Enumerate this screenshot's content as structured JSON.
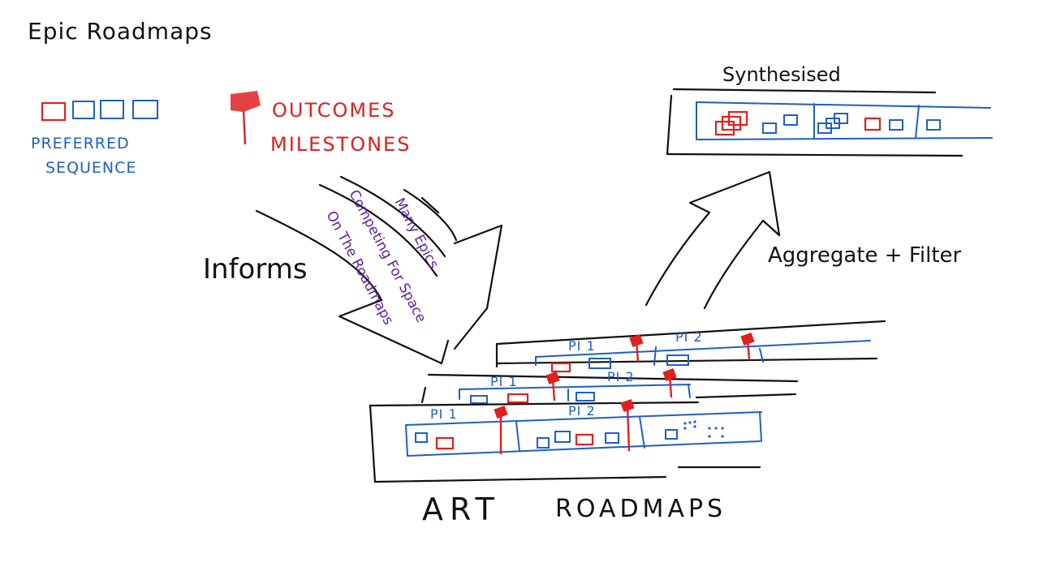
{
  "title": "Epic Roadmaps",
  "legend": {
    "sequence_line1": "PREFERRED",
    "sequence_line2": "SEQUENCE",
    "outcomes": "OUTCOMES",
    "milestones": "MILESTONES"
  },
  "synthesised_label": "Synthesised",
  "informs_label": "Informs",
  "aggregate_label": "Aggregate + Filter",
  "arrow_text": {
    "line1": "Many Epics",
    "line2": "Competing For Space",
    "line3": "On The Roadmaps"
  },
  "art_label": "ART",
  "roadmaps_label": "ROADMAPS",
  "pi_labels": {
    "back_pi1": "PI 1",
    "back_pi2": "PI 2",
    "mid_pi1": "PI 1",
    "mid_pi2": "PI 2",
    "front_pi1": "PI 1",
    "front_pi2": "PI 2"
  },
  "colors": {
    "ink": "#111111",
    "blue": "#1e5fc4",
    "red": "#e02020",
    "purple": "#5b1fa0"
  }
}
